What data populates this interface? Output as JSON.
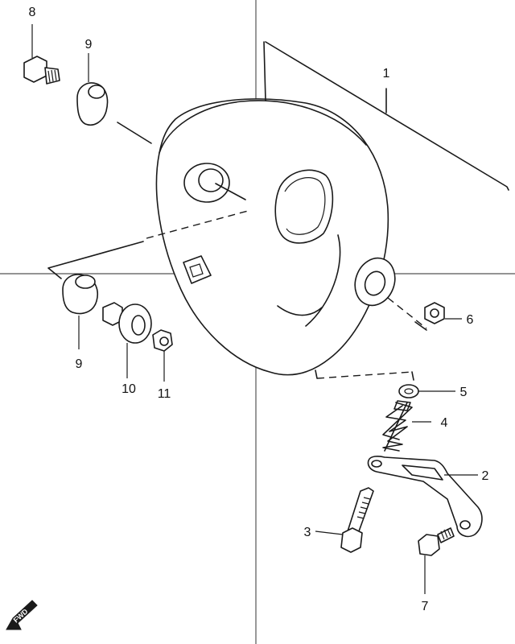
{
  "callouts": {
    "p1": "1",
    "p2": "2",
    "p3": "3",
    "p4": "4",
    "p5": "5",
    "p6": "6",
    "p7": "7",
    "p8": "8",
    "p9a": "9",
    "p9b": "9",
    "p10": "10",
    "p11": "11"
  },
  "fwd_label": "FWD",
  "colors": {
    "line": "#1a1a1a",
    "background": "#ffffff",
    "crosshair": "#555555"
  }
}
